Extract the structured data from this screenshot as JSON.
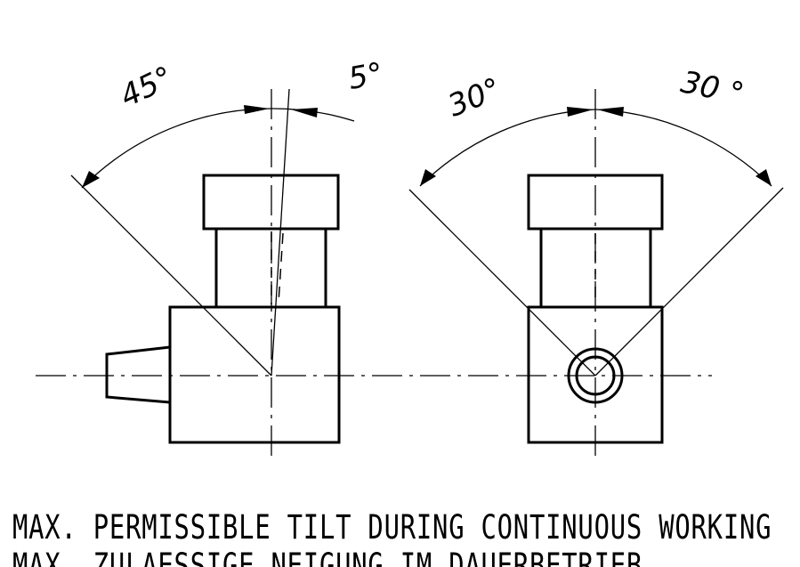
{
  "drawing": {
    "left_view": {
      "angle_left": "45°",
      "angle_right": "5°"
    },
    "right_view": {
      "angle_left": "30°",
      "angle_right": "30 °"
    }
  },
  "notes": {
    "line1": "MAX. PERMISSIBLE TILT DURING CONTINUOUS WORKING",
    "line2": "MAX. ZULAESSIGE NEIGUNG IM DAUERBETRIEB"
  }
}
